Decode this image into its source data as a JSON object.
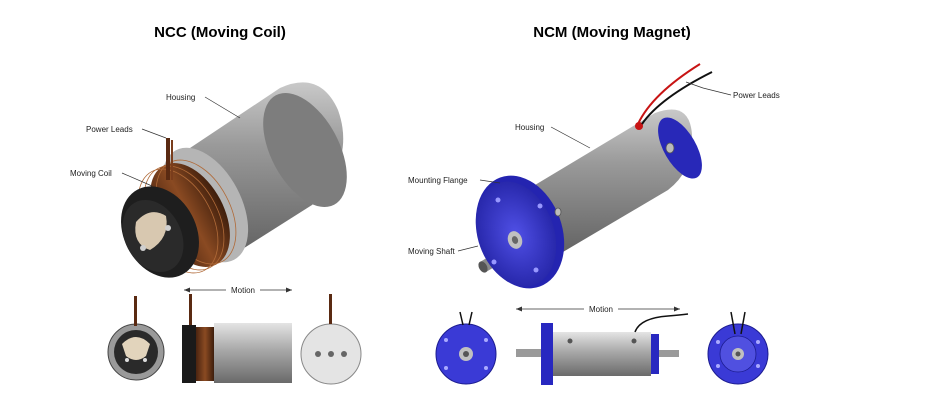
{
  "ncc": {
    "title": "NCC (Moving Coil)",
    "labels": {
      "housing": "Housing",
      "power_leads": "Power Leads",
      "moving_coil": "Moving Coil",
      "motion": "Motion"
    }
  },
  "ncm": {
    "title": "NCM (Moving Magnet)",
    "labels": {
      "housing": "Housing",
      "power_leads": "Power Leads",
      "mounting_flange": "Mounting Flange",
      "moving_shaft": "Moving Shaft",
      "motion": "Motion"
    }
  },
  "colors": {
    "housing_gray": "#8a8a8a",
    "coil_copper": "#7a3d1c",
    "flange_blue": "#3030c8",
    "face_black": "#222222",
    "lead_red": "#c81414"
  }
}
